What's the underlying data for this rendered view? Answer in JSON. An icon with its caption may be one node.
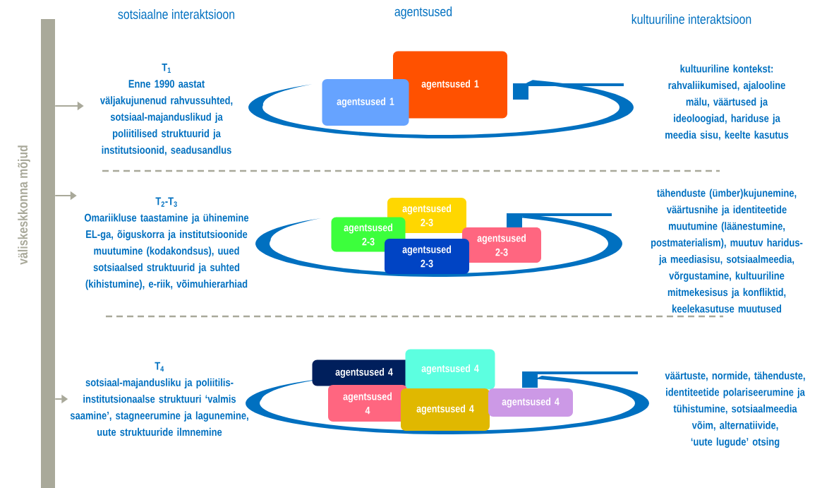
{
  "diagram": {
    "nodes": [
      {
        "text": [
          "väliskeskkonna mõjud"
        ]
      },
      {
        "text": [
          "T$_{1}$",
          "Enne 1990 aastat väljakujunenud rahvussuhted, sotsiaal-majanduslikud ja poliitilised struktuurid ja institutsioonid, seadusandlus"
        ]
      },
      {
        "text": [
          "agentsused 1"
        ]
      },
      {
        "text": [
          "agentsused 1"
        ]
      },
      {
        "text": [
          "T$_{2}$-T$_{3}$",
          "Omariikluse taastamine ja ühinemine EL-ga, õiguskorra ja institutsioonide muutumine (kodakondsus), uued sotsiaalsed struktuurid ja suhted (kihistumine), e-riik, võimuhierarhiad"
        ]
      },
      {
        "text": [
          "agentsused 2-3"
        ]
      },
      {
        "text": [
          "agentsused 2-3"
        ]
      },
      {
        "text": [
          "agentsused 2-3"
        ]
      },
      {
        "text": [
          "agentsused 2-3"
        ]
      },
      {
        "text": [
          "T$_{4}$",
          "sotsiaal-majandusliku ja poliitilis-institutsionaalse struktuuri ‘valmis saamine’, stagneerumine ja lagunemine, uute struktuuride ilmnemine"
        ]
      },
      {
        "text": [
          "agentsused 4"
        ]
      },
      {
        "text": [
          "agentsused 4"
        ]
      },
      {
        "text": [
          "agentsused 4"
        ]
      },
      {
        "text": [
          "agentsused 4"
        ]
      },
      {
        "text": [
          "agentsused 4"
        ]
      }
    ],
    "edges": [
      {
        "from": 0,
        "to": 1,
        "arrow": "to"
      },
      {
        "from": 0,
        "to": 4,
        "arrow": "to"
      },
      {
        "from": 0,
        "to": 9,
        "arrow": "to"
      }
    ],
    "labels": [
      "sotsiaalne interaktsioon",
      "agentsused",
      "kultuuriline interaktsioon",
      "kultuuriline kontekst: rahvaliikumised, ajalooline mälu, väärtused ja ideoloogiad, hariduse ja meedia sisu, keelte kasutus",
      "tähenduste (ümber)kujunemine, väärtusnihe ja identiteetide muutumine (läänestumine, postmaterialism), muutuv haridus- ja meediasisu, sotsiaalmeedia, võrgustamine, kultuuriline mitmekesisus ja konfliktid, keelekasutuse muutused",
      "väärtuste, normide, tähenduste, identiteetide polariseerumine ja tühistumine, sotsiaalmeedia võim, alternatiivide, ‘uute lugude’ otsing"
    ]
  }
}
